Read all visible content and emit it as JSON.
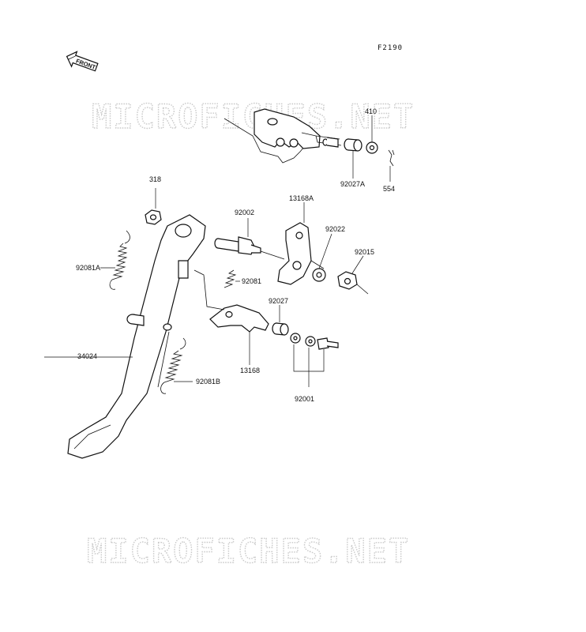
{
  "diagram": {
    "figure_code": "F2190",
    "front_label": "FRONT",
    "watermark": "MICROFICHES.NET",
    "parts": {
      "p410": "410",
      "p554": "554",
      "p92027a": "92027A",
      "p318": "318",
      "p92002": "92002",
      "p13168a": "13168A",
      "p92022": "92022",
      "p92015": "92015",
      "p92081a": "92081A",
      "p92081": "92081",
      "p92027": "92027",
      "p34024": "34024",
      "p13168": "13168",
      "p92081b": "92081B",
      "p92001": "92001"
    }
  }
}
